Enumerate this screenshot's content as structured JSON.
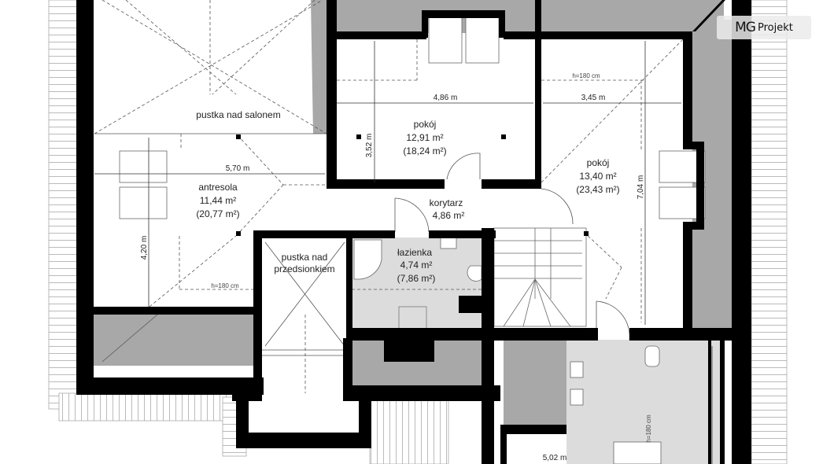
{
  "logo": {
    "brand": "MG",
    "name": "Projekt"
  },
  "colors": {
    "wall": "#000000",
    "roof_zone": "#a8a8a8",
    "wet_floor": "#dcdcdc",
    "background": "#ffffff"
  },
  "rooms": [
    {
      "name": "pustka nad salonem"
    },
    {
      "name": "pokój",
      "area": "12,91 m²",
      "gross_area": "(18,24 m²)"
    },
    {
      "name": "pokój",
      "area": "13,40 m²",
      "gross_area": "(23,43 m²)"
    },
    {
      "name": "antresola",
      "area": "11,44 m²",
      "gross_area": "(20,77 m²)"
    },
    {
      "name": "korytarz",
      "area": "4,86 m²"
    },
    {
      "name_line1": "pustka nad",
      "name_line2": "przedsionkiem"
    },
    {
      "name": "łazienka",
      "area": "4,74 m²",
      "gross_area": "(7,86 m²)"
    }
  ],
  "dimensions": {
    "room1_width": "4,86 m",
    "room1_depth": "3,52 m",
    "room2_width": "3,45 m",
    "room2_depth": "7,04 m",
    "antresola_width": "5,70 m",
    "antresola_depth": "4,20 m",
    "lower_width": "5,02 m"
  },
  "notes": {
    "h_room2": "h=180 cm",
    "h_antresola": "h=180 cm",
    "h_lower": "h=180 cm"
  }
}
